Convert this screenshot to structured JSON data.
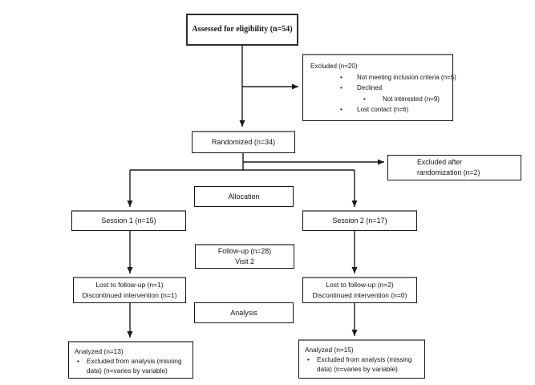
{
  "glyphs": {
    "bullet": "•"
  },
  "flow": {
    "assessed": {
      "label": "Assessed for eligibility (n=54)"
    },
    "excluded": {
      "title": "Excluded (n=20)",
      "items": [
        {
          "text": "Not meeting inclusion criteria (n=5)"
        },
        {
          "text": "Declined"
        },
        {
          "text": "Not interested (n=9)"
        },
        {
          "text": "Lost contact (n=6)"
        }
      ]
    },
    "randomized": {
      "label": "Randomized (n=34)"
    },
    "excluded_after": {
      "line1": "Excluded after",
      "line2": "randomization (n=2)"
    },
    "allocation": {
      "label": "Allocation"
    },
    "session1": {
      "label": "Session 1 (n=15)"
    },
    "session2": {
      "label": "Session 2 (n=17)"
    },
    "followup": {
      "line1": "Follow-up (n=28)",
      "line2": "Visit 2"
    },
    "lost_left": {
      "line1": "Lost to follow-up (n=1)",
      "line2": "Discontinued intervention (n=1)"
    },
    "lost_right": {
      "line1": "Lost to follow-up (n=2)",
      "line2": "Discontinued intervention (n=0)"
    },
    "analysis": {
      "label": "Analysis"
    },
    "analyzed_left": {
      "title": "Analyzed (n=13)",
      "item": "Excluded from analysis (missing data) (n=varies by variable)"
    },
    "analyzed_right": {
      "title": "Analyzed (n=15)",
      "item": "Excluded from analysis (missing data) (n=varies by variable)"
    }
  },
  "colors": {
    "background": "#ffffff",
    "box_border": "#161616",
    "shadow_top": "#7a7a7a",
    "line": "#1a1a1a",
    "text": "#141414"
  }
}
